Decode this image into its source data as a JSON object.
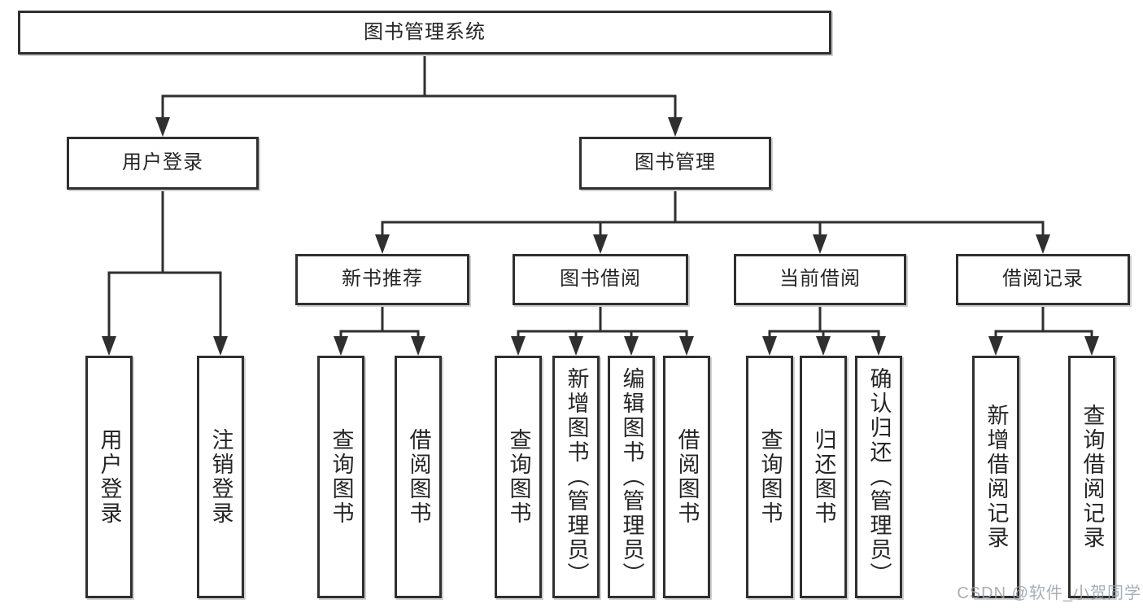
{
  "colors": {
    "line": "#2f2f2f",
    "box_border": "#2f2f2f",
    "box_fill": "#ffffff",
    "text": "#262626",
    "watermark": "#9aa0a6"
  },
  "watermark": {
    "text": "CSDN @软件_小贺同学"
  },
  "tree": {
    "label": "图书管理系统",
    "children": [
      {
        "label": "用户登录",
        "children": [
          {
            "label": "用户登录"
          },
          {
            "label": "注销登录"
          }
        ]
      },
      {
        "label": "图书管理",
        "children": [
          {
            "label": "新书推荐",
            "children": [
              {
                "label": "查询图书"
              },
              {
                "label": "借阅图书"
              }
            ]
          },
          {
            "label": "图书借阅",
            "children": [
              {
                "label": "查询图书"
              },
              {
                "label": "新增图书（管理员）"
              },
              {
                "label": "编辑图书（管理员）"
              },
              {
                "label": "借阅图书"
              }
            ]
          },
          {
            "label": "当前借阅",
            "children": [
              {
                "label": "查询图书"
              },
              {
                "label": "归还图书"
              },
              {
                "label": "确认归还（管理员）"
              }
            ]
          },
          {
            "label": "借阅记录",
            "children": [
              {
                "label": "新增借阅记录"
              },
              {
                "label": "查询借阅记录"
              }
            ]
          }
        ]
      }
    ]
  }
}
